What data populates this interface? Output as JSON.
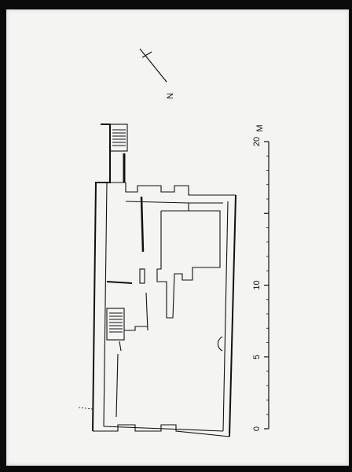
{
  "north_arrow": {
    "letter": "N"
  },
  "scale_bar": {
    "unit": "M",
    "ticks": [
      {
        "value": 0,
        "label": "0"
      },
      {
        "value": 5,
        "label": "5"
      },
      {
        "value": 10,
        "label": "10"
      },
      {
        "value": 20,
        "label": "20"
      }
    ],
    "max": 20
  }
}
